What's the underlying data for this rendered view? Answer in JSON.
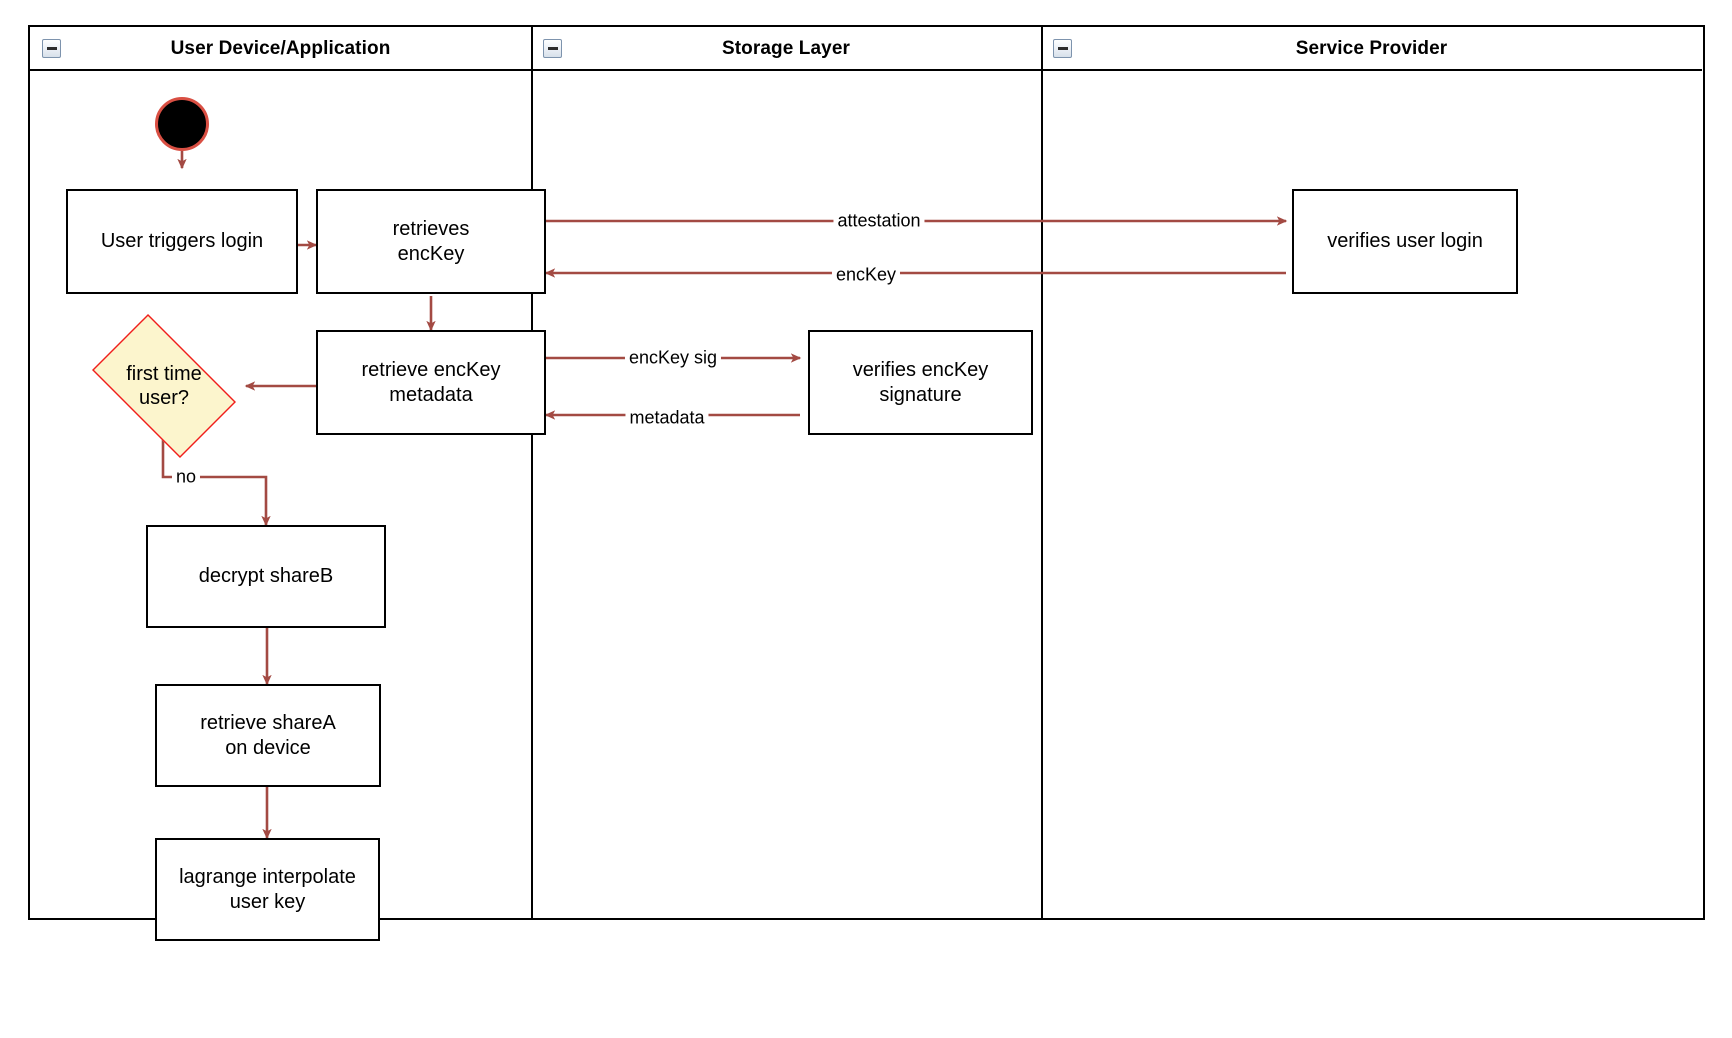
{
  "diagram": {
    "type": "uml-activity-swimlane",
    "colors": {
      "edge": "#a34a43",
      "decision_fill": "#fcf5cd",
      "decision_stroke": "#f01d1d",
      "start_fill": "#000000",
      "start_ring": "#d94f43",
      "node_stroke": "#000000",
      "lane_stroke": "#000000",
      "background": "#ffffff"
    },
    "lanes": [
      {
        "id": "lane-user-device",
        "title": "User Device/Application",
        "collapse_icon": "collapse-minus-icon"
      },
      {
        "id": "lane-storage",
        "title": "Storage Layer",
        "collapse_icon": "collapse-minus-icon"
      },
      {
        "id": "lane-service",
        "title": "Service Provider",
        "collapse_icon": "collapse-minus-icon"
      }
    ],
    "nodes": [
      {
        "id": "start",
        "kind": "start",
        "lane": "lane-user-device",
        "label": ""
      },
      {
        "id": "user-login",
        "kind": "activity",
        "lane": "lane-user-device",
        "label": "User triggers login"
      },
      {
        "id": "retrieves-enckey",
        "kind": "activity",
        "lane": "lane-user-device",
        "label": "retrieves\nencKey",
        "line1": "retrieves",
        "line2": "encKey"
      },
      {
        "id": "retrieve-meta",
        "kind": "activity",
        "lane": "lane-user-device",
        "label": "retrieve encKey\nmetadata",
        "line1": "retrieve encKey",
        "line2": "metadata"
      },
      {
        "id": "first-time-user",
        "kind": "decision",
        "lane": "lane-user-device",
        "label": "first time\nuser?",
        "line1": "first time",
        "line2": "user?"
      },
      {
        "id": "decrypt-shareb",
        "kind": "activity",
        "lane": "lane-user-device",
        "label": "decrypt shareB"
      },
      {
        "id": "retrieve-sharea",
        "kind": "activity",
        "lane": "lane-user-device",
        "label": "retrieve shareA\non device",
        "line1": "retrieve shareA",
        "line2": "on device"
      },
      {
        "id": "lagrange",
        "kind": "activity",
        "lane": "lane-user-device",
        "label": "lagrange interpolate\nuser key",
        "line1": "lagrange interpolate",
        "line2": "user key"
      },
      {
        "id": "verifies-sig",
        "kind": "activity",
        "lane": "lane-storage",
        "label": "verifies encKey\nsignature",
        "line1": "verifies encKey",
        "line2": "signature"
      },
      {
        "id": "verifies-login",
        "kind": "activity",
        "lane": "lane-service",
        "label": "verifies user login"
      }
    ],
    "edges": [
      {
        "id": "e-start",
        "from": "start",
        "to": "user-login",
        "label": ""
      },
      {
        "id": "e-login-ret",
        "from": "user-login",
        "to": "retrieves-enckey",
        "label": ""
      },
      {
        "id": "e-attestation",
        "from": "retrieves-enckey",
        "to": "verifies-login",
        "label": "attestation"
      },
      {
        "id": "e-enckey",
        "from": "verifies-login",
        "to": "retrieves-enckey",
        "label": "encKey"
      },
      {
        "id": "e-ret-meta",
        "from": "retrieves-enckey",
        "to": "retrieve-meta",
        "label": ""
      },
      {
        "id": "e-enckey-sig",
        "from": "retrieve-meta",
        "to": "verifies-sig",
        "label": "encKey sig"
      },
      {
        "id": "e-metadata",
        "from": "verifies-sig",
        "to": "retrieve-meta",
        "label": "metadata"
      },
      {
        "id": "e-meta-dec",
        "from": "retrieve-meta",
        "to": "first-time-user",
        "label": ""
      },
      {
        "id": "e-no",
        "from": "first-time-user",
        "to": "decrypt-shareb",
        "label": "no"
      },
      {
        "id": "e-dec-share",
        "from": "decrypt-shareb",
        "to": "retrieve-sharea",
        "label": ""
      },
      {
        "id": "e-share-lag",
        "from": "retrieve-sharea",
        "to": "lagrange",
        "label": ""
      }
    ]
  }
}
